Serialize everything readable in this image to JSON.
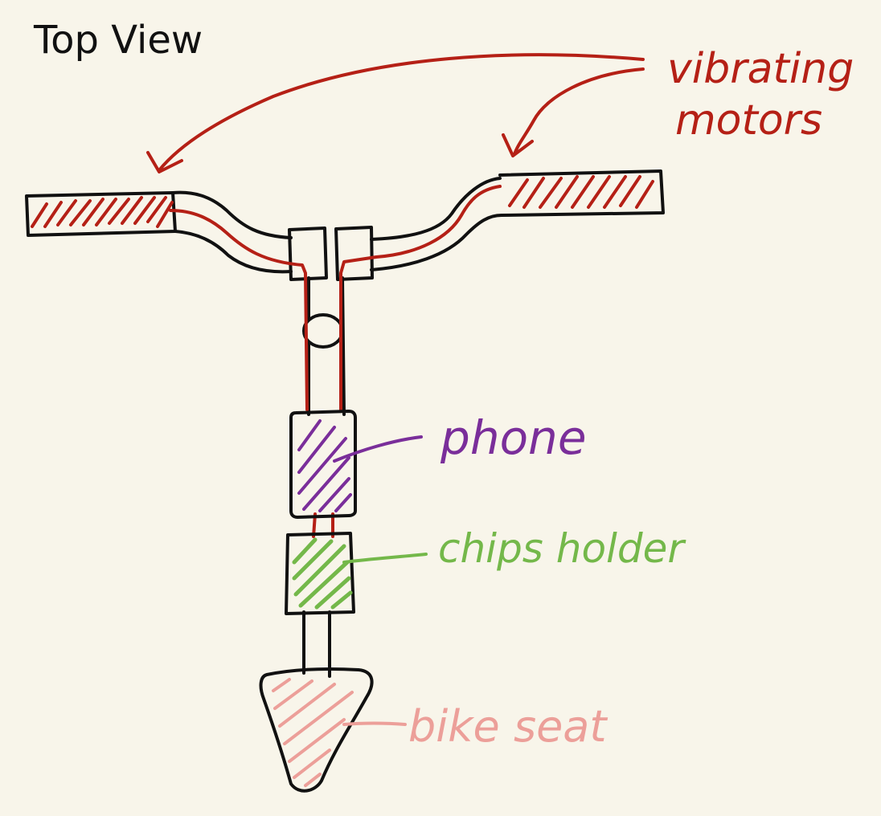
{
  "title": "Top View",
  "labels": {
    "motors_line1": "vibrating",
    "motors_line2": "motors",
    "phone": "phone",
    "chips_holder": "chips holder",
    "bike_seat": "bike seat"
  },
  "colors": {
    "background": "#f8f5ea",
    "outline": "#111111",
    "motors": "#b52016",
    "phone": "#7a2e9a",
    "chips_holder": "#74b84a",
    "bike_seat": "#ec9f99"
  }
}
